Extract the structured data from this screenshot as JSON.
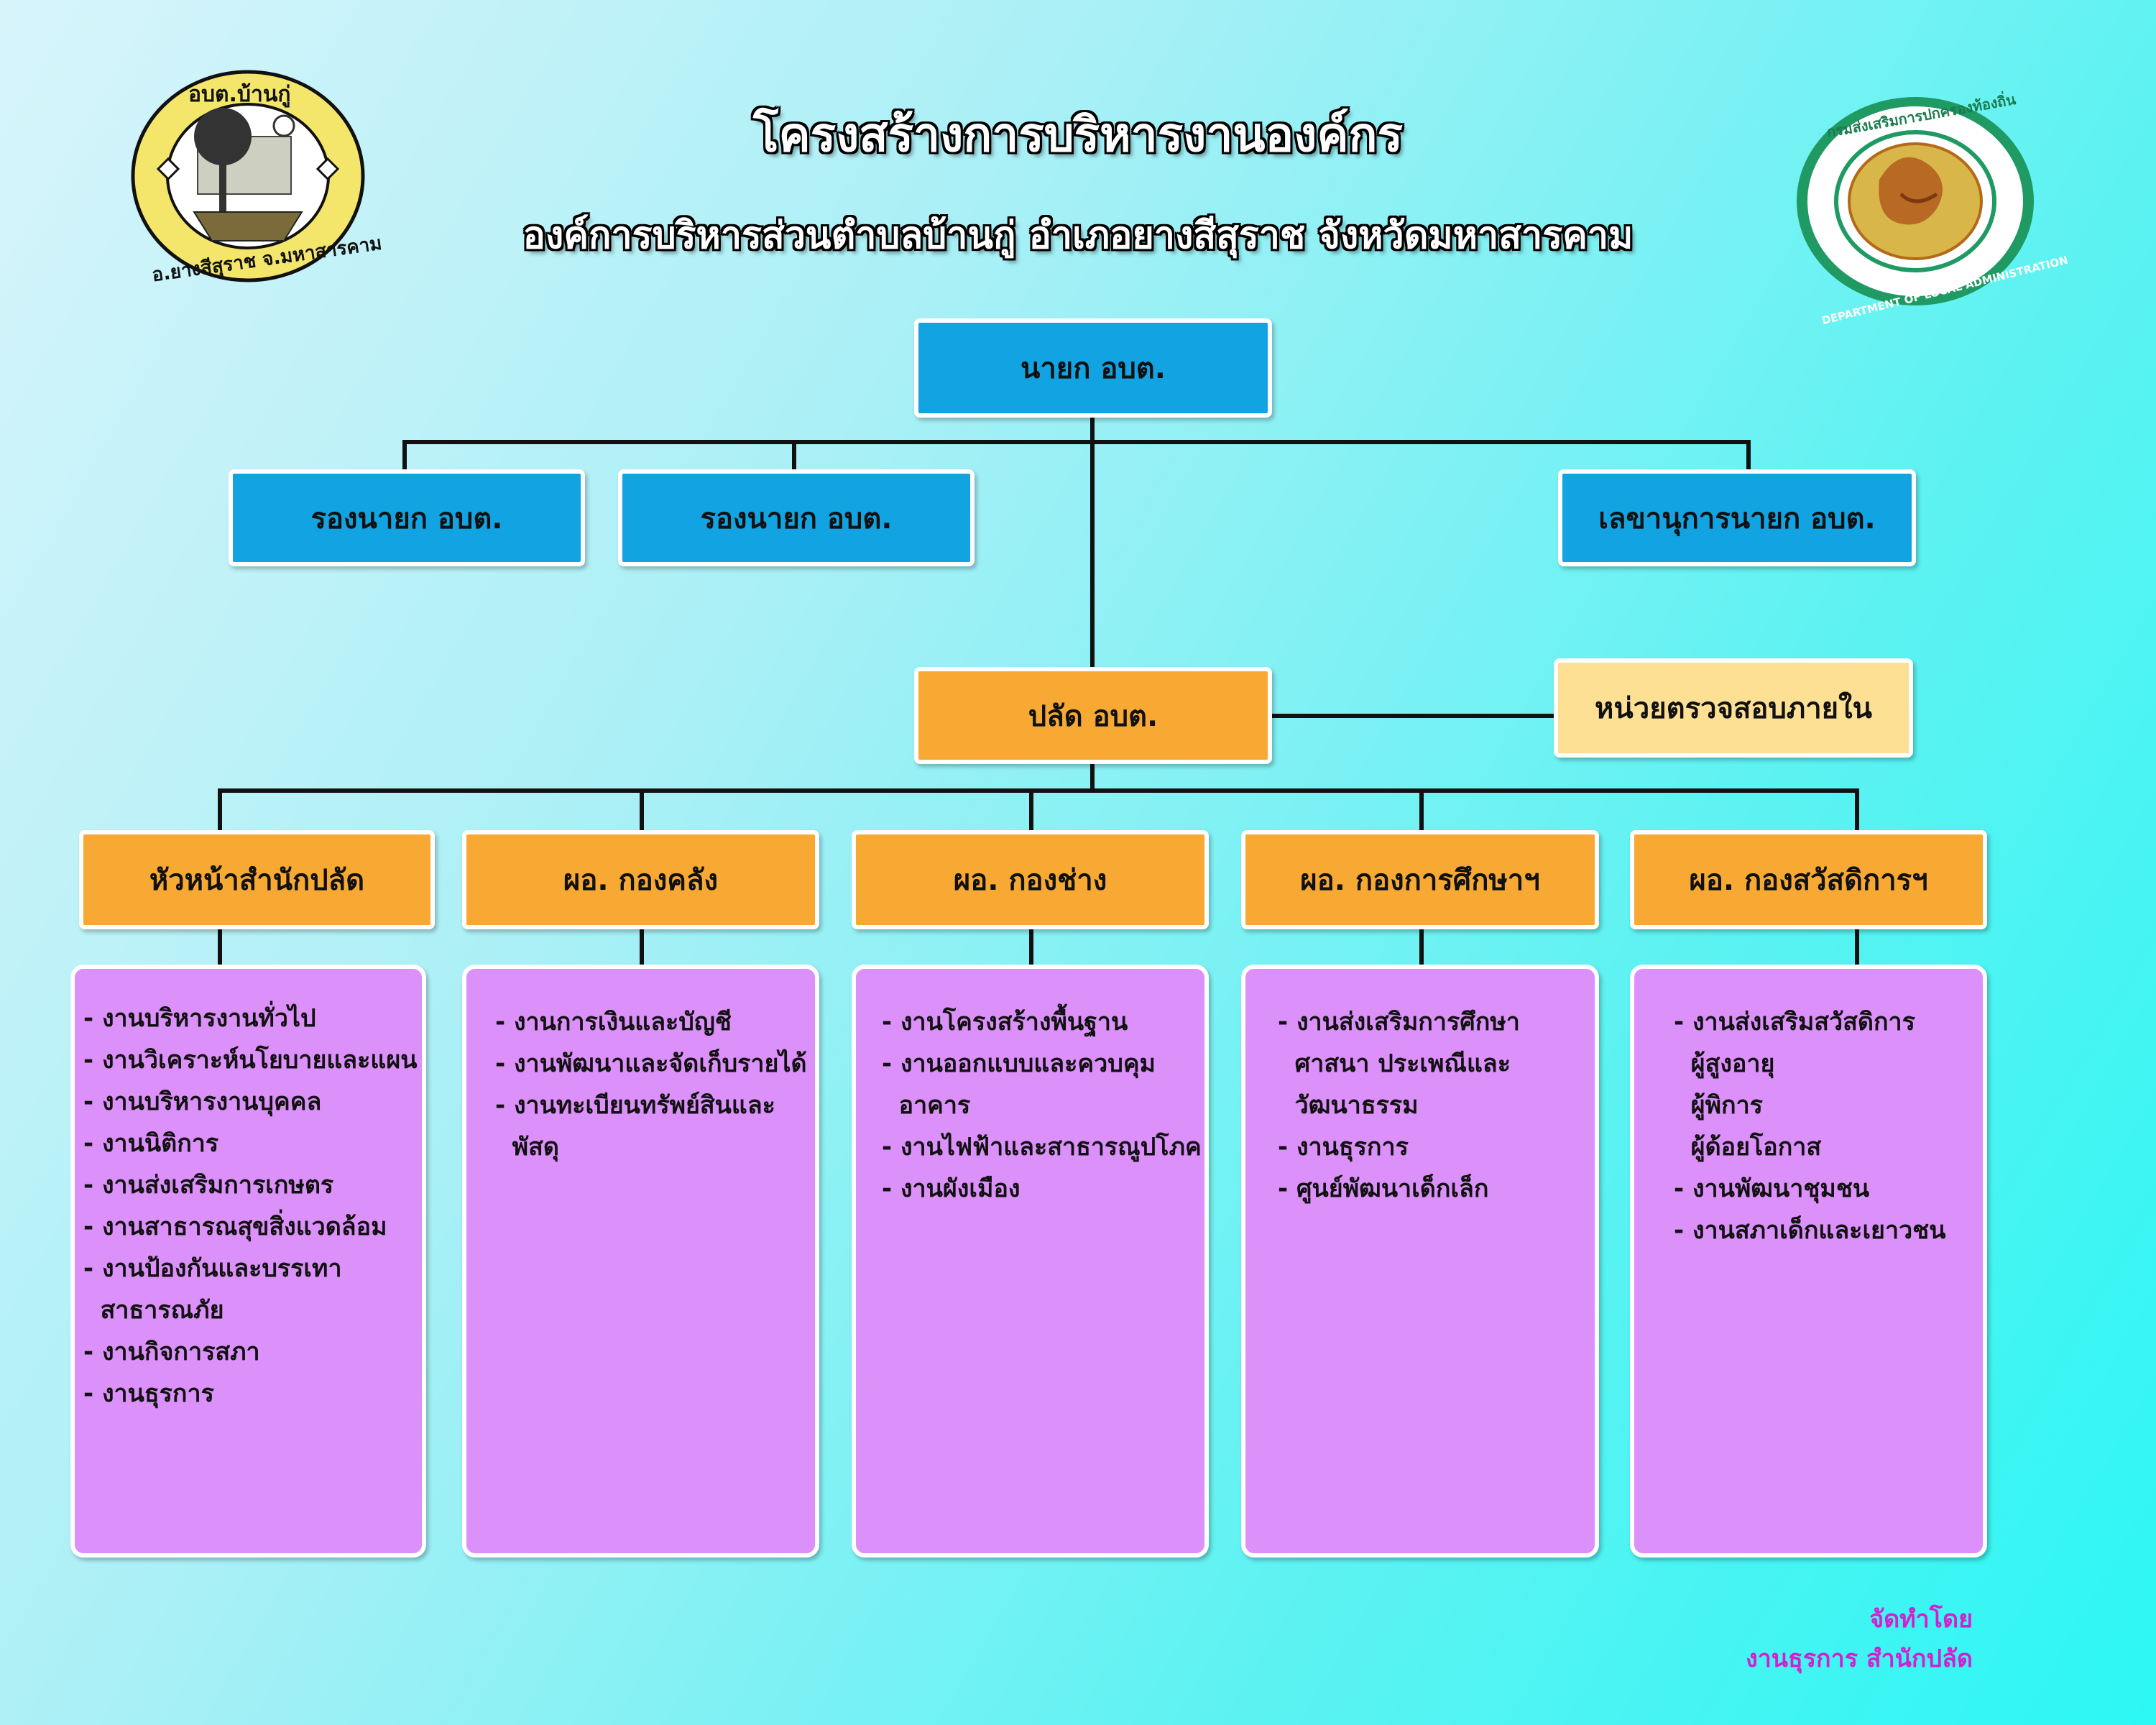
{
  "header": {
    "title": "โครงสร้างการบริหารงานองค์กร",
    "subtitle": "องค์การบริหารส่วนตำบลบ้านกู่ อำเภอยางสีสุราช จังหวัดมหาสารคาม"
  },
  "logos": {
    "left": {
      "icon": "sao-seal-icon",
      "top_text": "อบต.บ้านกู่",
      "bottom_text": "อ.ยางสีสุราช จ.มหาสารคาม"
    },
    "right": {
      "icon": "dla-emblem-icon",
      "thai_text": "กรมส่งเสริมการปกครองท้องถิ่น",
      "english_text": "DEPARTMENT OF LOCAL ADMINISTRATION"
    }
  },
  "colors": {
    "executive": "#12a3e2",
    "management": "#f7a933",
    "audit": "#fde094",
    "tasks": "#dc90fa",
    "credit": "#d41fd0"
  },
  "org": {
    "mayor": "นายก อบต.",
    "deputy_1": "รองนายก อบต.",
    "deputy_2": "รองนายก อบต.",
    "secretary": "เลขานุการนายก อบต.",
    "clerk": "ปลัด อบต.",
    "internal_audit": "หน่วยตรวจสอบภายใน",
    "divisions": [
      {
        "title": "หัวหน้าสำนักปลัด",
        "tasks": [
          "- งานบริหารงานทั่วไป",
          "- งานวิเคราะห์นโยบายและแผน",
          "- งานบริหารงานบุคคล",
          "- งานนิติการ",
          "- งานส่งเสริมการเกษตร",
          "- งานสาธารณสุขสิ่งแวดล้อม",
          "- งานป้องกันและบรรเทา",
          "  สาธารณภัย",
          "- งานกิจการสภา",
          "- งานธุรการ"
        ]
      },
      {
        "title": "ผอ. กองคลัง",
        "tasks": [
          "- งานการเงินและบัญชี",
          "- งานพัฒนาและจัดเก็บรายได้",
          "- งานทะเบียนทรัพย์สินและ",
          "  พัสดุ"
        ]
      },
      {
        "title": "ผอ. กองช่าง",
        "tasks": [
          "- งานโครงสร้างพื้นฐาน",
          "- งานออกแบบและควบคุม",
          "  อาคาร",
          "- งานไฟฟ้าและสาธารณูปโภค",
          "- งานผังเมือง"
        ]
      },
      {
        "title": "ผอ. กองการศึกษาฯ",
        "tasks": [
          "- งานส่งเสริมการศึกษา",
          "  ศาสนา ประเพณีและ",
          "  วัฒนาธรรม",
          "- งานธุรการ",
          "- ศูนย์พัฒนาเด็กเล็ก"
        ]
      },
      {
        "title": "ผอ. กองสวัสดิการฯ",
        "tasks": [
          "- งานส่งเสริมสวัสดิการ",
          "  ผู้สูงอายุ",
          "  ผู้พิการ",
          "  ผู้ด้อยโอกาส",
          "- งานพัฒนาชุมชน",
          "- งานสภาเด็กและเยาวชน"
        ]
      }
    ]
  },
  "credit": {
    "line1": "จัดทำโดย",
    "line2": "งานธุรการ สำนักปลัด"
  }
}
